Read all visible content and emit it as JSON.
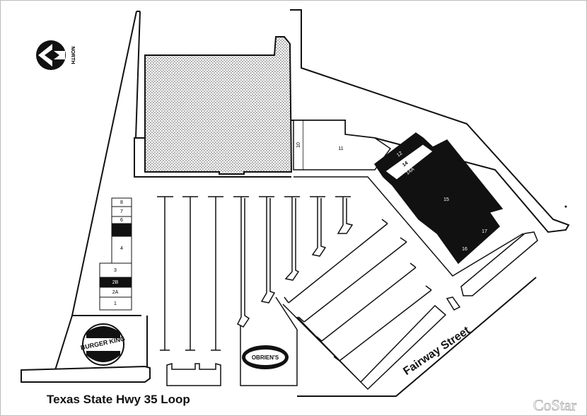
{
  "north_label": "NORTH",
  "roads": {
    "south": "Texas State Hwy 35 Loop",
    "east": "Fairway Street"
  },
  "units": {
    "u8": "8",
    "u7": "7",
    "u6": "6",
    "u4": "4",
    "u3": "3",
    "u2b": "2B",
    "u2a": "2A",
    "u1": "1",
    "u10": "10",
    "u11": "11",
    "u12": "12",
    "u14": "14",
    "u14a": "14A",
    "u15": "15",
    "u16": "16",
    "u17": "17"
  },
  "logos": {
    "burger_king": "BURGER KING",
    "bottom_logo": "OBRIEN'S"
  },
  "watermark": "CoStar",
  "colors": {
    "ink": "#111111",
    "stipple": "#d6d6d6",
    "background": "#ffffff"
  }
}
